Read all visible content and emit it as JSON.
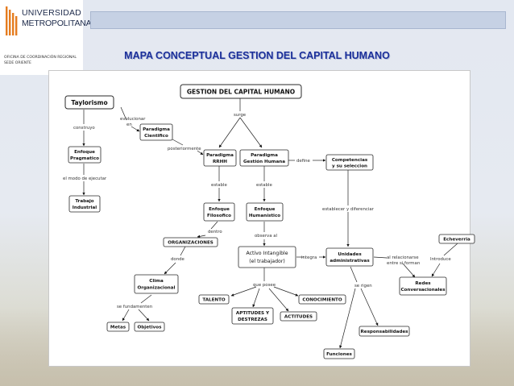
{
  "logo": {
    "name_line1": "UNIVERSIDAD",
    "name_line2": "METROPOLITANA",
    "office_line1": "OFICINA DE COORDINACIÓN REGIONAL",
    "office_line2": "SEDE ORIENTE",
    "accent_color": "#e57c1f"
  },
  "slide": {
    "title": "MAPA CONCEPTUAL GESTION DEL CAPITAL HUMANO"
  },
  "concept_map": {
    "nodes": {
      "root": "GESTION DEL CAPITAL HUMANO",
      "taylorismo": "Taylorismo",
      "paradigma_cientifico": [
        "Paradigma",
        "Cientifico"
      ],
      "enfoque_pragmatico": [
        "Enfoque",
        "Pragmatico"
      ],
      "trabajo_industrial": [
        "Trabajo",
        "Industrial"
      ],
      "paradigma_rrhh": [
        "Paradigma",
        "RRHH"
      ],
      "paradigma_gestion_humana": [
        "Paradigma",
        "Gestión Humana"
      ],
      "competencias": [
        "Competencias",
        "y su seleccion"
      ],
      "enfoque_filosofico": [
        "Enfoque",
        "Filosofico"
      ],
      "enfoque_humanistico": [
        "Enfoque",
        "Humanístico"
      ],
      "organizaciones": "ORGANIZACIONES",
      "activo_intangible": [
        "Activo Intangible",
        "(el trabajador)"
      ],
      "unidades_administrativas": [
        "Unidades",
        "administrativas"
      ],
      "echeverria": "Echeverria",
      "redes_conversacionales": [
        "Redes",
        "Conversacionales"
      ],
      "clima_organizacional": [
        "Clima",
        "Organizacional"
      ],
      "talento": "TALENTO",
      "conocimiento": "CONOCIMIENTO",
      "aptitudes_destrezas": [
        "APTITUDES Y",
        "DESTREZAS"
      ],
      "actitudes": "ACTITUDES",
      "metas": "Metas",
      "objetivos": "Objetivos",
      "responsabilidades": "Responsabilidades",
      "funciones": "Funciones"
    },
    "links": {
      "surge": "surge",
      "evolucionar_en": [
        "evolucionar",
        "en"
      ],
      "construyo": "construyo",
      "posteriormente": "posteriormente",
      "el_modo_de_ejecutar": "el modo de ejecutar",
      "define": "define",
      "estable_1": "estable",
      "estable_2": "estable",
      "establecer_y_diferenciar": "establecer y diferenciar",
      "dentro": "dentro",
      "observa_al": "observa al",
      "integra": "integra",
      "al_relacionarse_entre_si_forman": [
        "al relacionarse",
        "entre si forman"
      ],
      "introduce": "Introduce",
      "donde": "donde",
      "que_posee": "que posee",
      "se_rigen": "se rigen",
      "se_fundamenten": "se fundamenten"
    }
  }
}
